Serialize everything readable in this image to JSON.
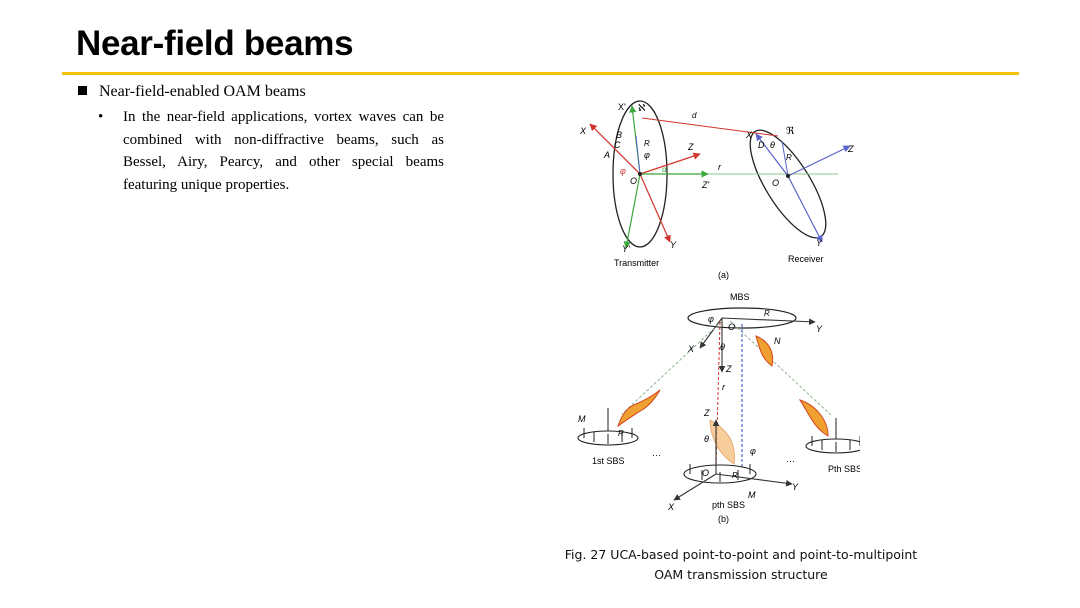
{
  "slide": {
    "title": "Near-field beams",
    "accent_color": "#f2c200",
    "bullet_level1": "Near-field-enabled OAM beams",
    "bullet_level2": "In the near-field applications, vortex waves can be combined with non-diffractive beams, such as Bessel, Airy, Pearcy, and other special beams featuring unique properties."
  },
  "figure": {
    "a": {
      "label": "(a)",
      "transmitter_label": "Transmitter",
      "receiver_label": "Receiver",
      "labels": {
        "X": "X",
        "Xp": "X'",
        "Y": "Y",
        "Yp": "Y'",
        "Z": "Z",
        "Zp": "Z'",
        "Nt": "ℵ",
        "Nr": "ℜ",
        "A": "A",
        "B": "B",
        "C": "C",
        "O": "O",
        "Rt": "R",
        "phi": "φ",
        "alpha": "α",
        "r": "r",
        "dmn": "d",
        "D": "D",
        "theta": "θ",
        "Rr": "R"
      }
    },
    "b": {
      "label": "(b)",
      "mbs_label": "MBS",
      "sbs1_label": "1st SBS",
      "sbsp_label": "pth SBS",
      "sbsP_label": "Pth SBS",
      "labels": {
        "phip": "φ",
        "Rt": "R",
        "O": "O",
        "Y": "Y",
        "X": "X",
        "thetap": "θ",
        "N": "N",
        "Z": "Z",
        "rp": "r",
        "M": "M",
        "Zp": "Z",
        "R": "R",
        "Op": "O",
        "Yp": "Y",
        "Xp": "X",
        "dots": "···"
      }
    },
    "caption_line1": "Fig. 27  UCA-based point-to-point and point-to-multipoint",
    "caption_line2": "OAM transmission structure"
  }
}
